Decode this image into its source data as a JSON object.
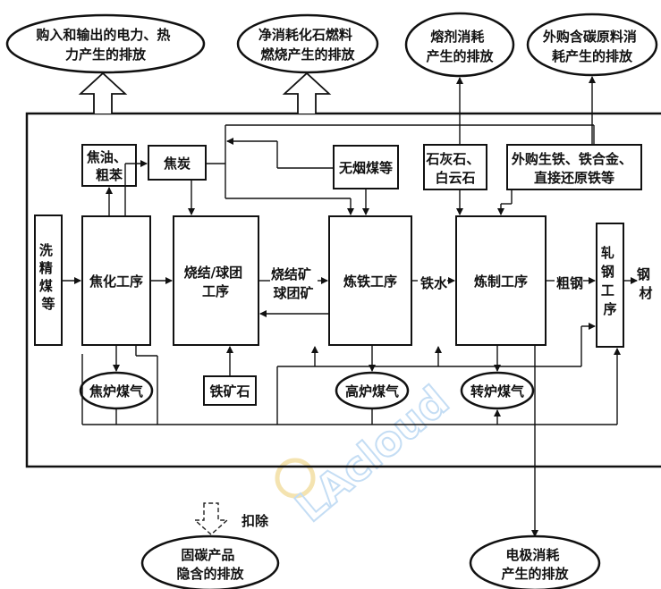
{
  "emissions_top": {
    "purchased_power_heat": [
      "购入和输出的电力、热",
      "力产生的排放"
    ],
    "fossil_fuel": [
      "净消耗化石燃料",
      "燃烧产生的排放"
    ],
    "flux": [
      "熔剂消耗",
      "产生的排放"
    ],
    "carbon_materials": [
      "外购含碳原料消",
      "耗产生的排放"
    ]
  },
  "inputs": {
    "tar_benzene": [
      "焦油、",
      "粗苯"
    ],
    "coke": "焦炭",
    "anthracite": "无烟煤等",
    "limestone": [
      "石灰石、",
      "白云石"
    ],
    "purchased_iron": [
      "外购生铁、铁合金、",
      "直接还原铁等"
    ],
    "washed_coal": [
      "洗",
      "精",
      "煤",
      "等"
    ],
    "iron_ore": "铁矿石"
  },
  "processes": {
    "coking": "焦化工序",
    "sintering": [
      "烧结/球团",
      "工序"
    ],
    "ironmaking": "炼铁工序",
    "steelmaking": "炼制工序",
    "rolling": [
      "轧",
      "钢",
      "工",
      "序"
    ]
  },
  "flows": {
    "sinter_pellet": [
      "烧结矿",
      "球团矿"
    ],
    "hot_metal": "铁水",
    "crude_steel": "粗钢",
    "steel_product": [
      "钢",
      "材"
    ]
  },
  "gases": {
    "coke_oven": "焦炉煤气",
    "blast_furnace": "高炉煤气",
    "converter": "转炉煤气"
  },
  "bottom": {
    "deduct": "扣除",
    "carbon_fixed": [
      "固碳产品",
      "隐含的排放"
    ],
    "electrode": [
      "电极消耗",
      "产生的排放"
    ]
  },
  "watermark": "LAcloud"
}
